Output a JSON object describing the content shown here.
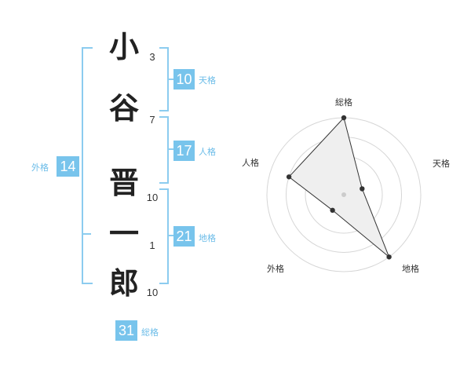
{
  "name": {
    "characters": [
      {
        "char": "小",
        "strokes": "3"
      },
      {
        "char": "谷",
        "strokes": "7"
      },
      {
        "char": "晋",
        "strokes": "10"
      },
      {
        "char": "一",
        "strokes": "1"
      },
      {
        "char": "郎",
        "strokes": "10"
      }
    ]
  },
  "fortunes": {
    "tenkaku": {
      "value": "10",
      "label": "天格"
    },
    "jinkaku": {
      "value": "17",
      "label": "人格"
    },
    "chikaku": {
      "value": "21",
      "label": "地格"
    },
    "gaikaku": {
      "value": "14",
      "label": "外格"
    },
    "soukaku": {
      "value": "31",
      "label": "総格"
    }
  },
  "colors": {
    "accent": "#78c4ec",
    "bracket": "#8cccef",
    "radar_fill": "#efefef"
  },
  "chart_data": {
    "type": "radar",
    "axes": [
      "総格",
      "天格",
      "地格",
      "外格",
      "人格"
    ],
    "values": [
      4,
      1,
      4,
      1,
      3
    ],
    "max": 4,
    "rings": 4
  }
}
